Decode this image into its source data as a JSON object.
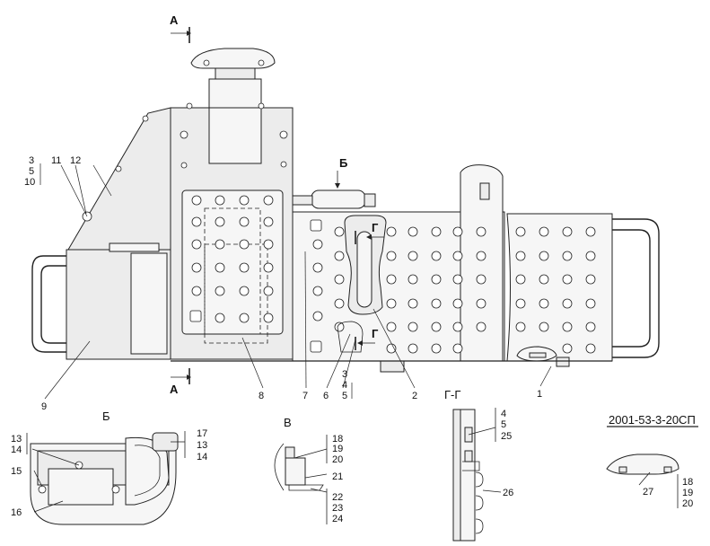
{
  "drawing": {
    "doc_number": "2001-53-3-20СП",
    "views": {
      "section_A": "А",
      "view_B": "Б",
      "view_V": "В",
      "section_G": "Г",
      "section_GG": "Г-Г"
    },
    "callouts": {
      "n1": "1",
      "n2": "2",
      "n3": "3",
      "n4": "4",
      "n5": "5",
      "n6": "6",
      "n7": "7",
      "n8": "8",
      "n9": "9",
      "n10": "10",
      "n11": "11",
      "n12": "12",
      "n13": "13",
      "n14": "14",
      "n15": "15",
      "n16": "16",
      "n17": "17",
      "n18": "18",
      "n19": "19",
      "n20": "20",
      "n21": "21",
      "n22": "22",
      "n23": "23",
      "n24": "24",
      "n25": "25",
      "n26": "26",
      "n27": "27"
    }
  }
}
